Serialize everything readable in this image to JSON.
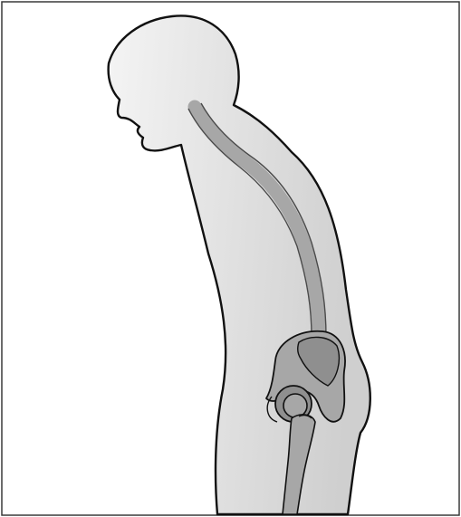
{
  "figure": {
    "colors": {
      "background": "#ffffff",
      "frame": "#3a3a3a",
      "outline": "#111111",
      "body_light": "#f4f4f4",
      "body_dark": "#cfcfcf",
      "bone": "#a7a7a7",
      "bone_dark": "#8f8f8f",
      "bone_outline": "#4a4a4a"
    },
    "parts": [
      "head",
      "torso",
      "spine",
      "pelvis",
      "hip-joint",
      "femur",
      "leg"
    ]
  }
}
